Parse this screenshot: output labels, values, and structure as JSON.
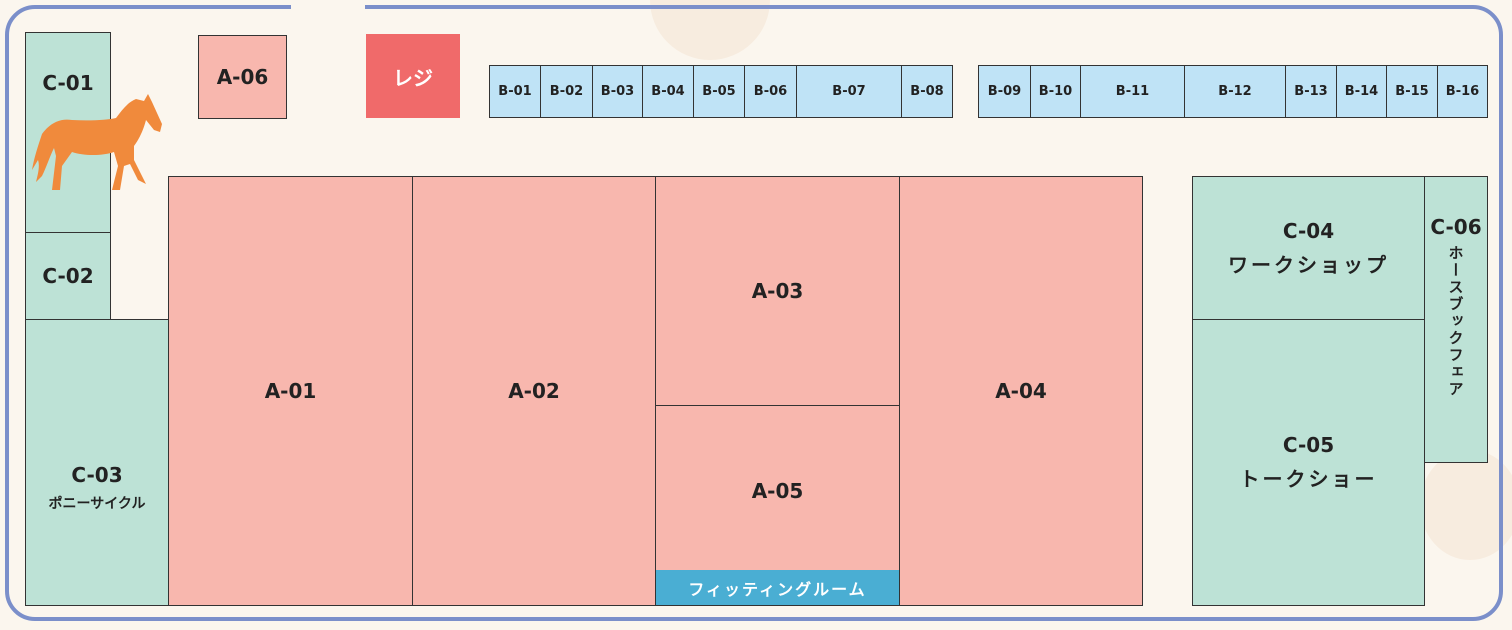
{
  "colors": {
    "a_zone": "#f8b7ae",
    "b_zone": "#bfe3f6",
    "c_zone": "#bde2d6",
    "register": "#f06a6a",
    "fitting_room": "#4aaed3",
    "frame": "#7b8fca",
    "horse": "#f08a3c"
  },
  "icons": {
    "horse": "horse-icon"
  },
  "register": {
    "label": "レジ"
  },
  "fitting_room": {
    "label": "フィッティングルーム"
  },
  "a_booths": {
    "a01": "A-01",
    "a02": "A-02",
    "a03": "A-03",
    "a04": "A-04",
    "a05": "A-05",
    "a06": "A-06"
  },
  "b_booths": {
    "b01": "B-01",
    "b02": "B-02",
    "b03": "B-03",
    "b04": "B-04",
    "b05": "B-05",
    "b06": "B-06",
    "b07": "B-07",
    "b08": "B-08",
    "b09": "B-09",
    "b10": "B-10",
    "b11": "B-11",
    "b12": "B-12",
    "b13": "B-13",
    "b14": "B-14",
    "b15": "B-15",
    "b16": "B-16"
  },
  "c_booths": {
    "c01": {
      "id": "C-01"
    },
    "c02": {
      "id": "C-02"
    },
    "c03": {
      "id": "C-03",
      "name": "ポニーサイクル"
    },
    "c04": {
      "id": "C-04",
      "name": "ワークショップ"
    },
    "c05": {
      "id": "C-05",
      "name": "トークショー"
    },
    "c06": {
      "id": "C-06",
      "name": "ホースブックフェア"
    }
  }
}
